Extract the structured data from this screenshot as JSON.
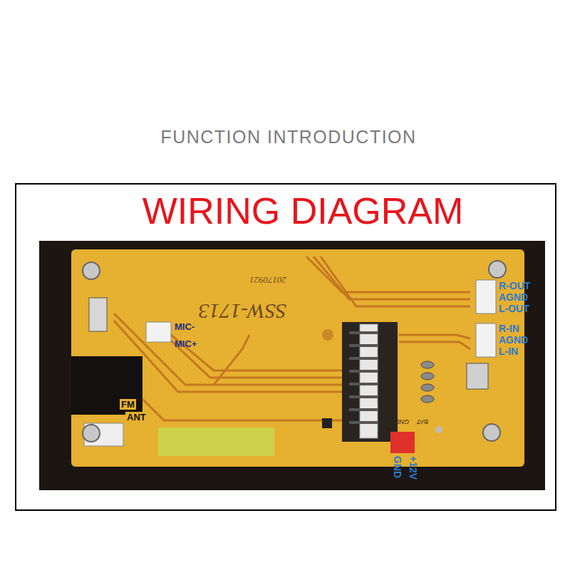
{
  "diagram": {
    "title": "FUNCTION INTRODUCTION",
    "labels": [
      "WIRING DIAGRAM",
      "SSW-1713",
      "20170921",
      "MIC-",
      "MIC+",
      "FM",
      "ANT",
      "R-OUT",
      "AGND",
      "L-OUT",
      "R-IN",
      "AGND",
      "L-IN",
      "BAT",
      "GND",
      "GND",
      "+12V"
    ]
  }
}
